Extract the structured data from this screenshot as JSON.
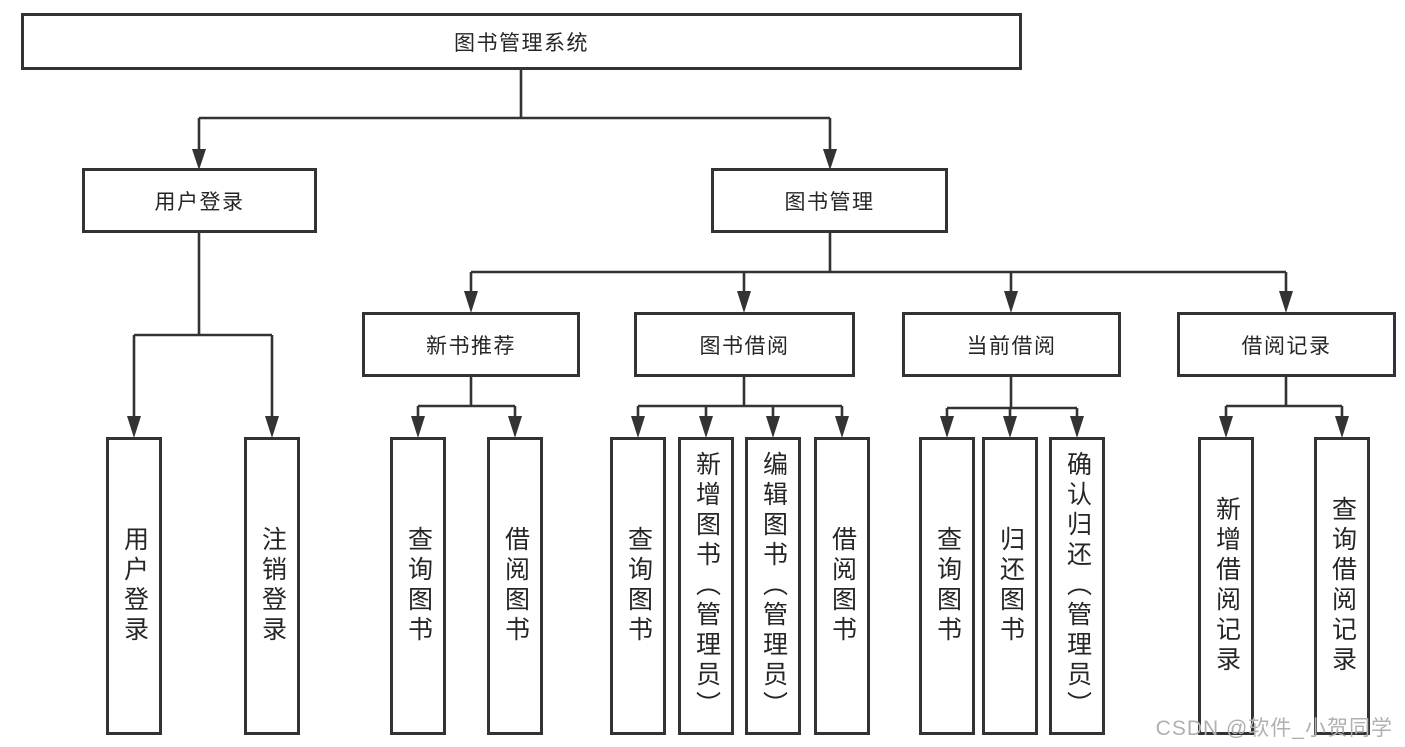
{
  "diagram": {
    "root": {
      "label": "图书管理系统"
    },
    "level2": [
      {
        "label": "用户登录"
      },
      {
        "label": "图书管理"
      }
    ],
    "level3": [
      {
        "label": "新书推荐"
      },
      {
        "label": "图书借阅"
      },
      {
        "label": "当前借阅"
      },
      {
        "label": "借阅记录"
      }
    ],
    "leaves": [
      {
        "label": "用户登录"
      },
      {
        "label": "注销登录"
      },
      {
        "label": "查询图书"
      },
      {
        "label": "借阅图书"
      },
      {
        "label": "查询图书"
      },
      {
        "label": "新增图书（管理员）"
      },
      {
        "label": "编辑图书（管理员）"
      },
      {
        "label": "借阅图书"
      },
      {
        "label": "查询图书"
      },
      {
        "label": "归还图书"
      },
      {
        "label": "确认归还（管理员）"
      },
      {
        "label": "新增借阅记录"
      },
      {
        "label": "查询借阅记录"
      }
    ],
    "watermark": "CSDN @软件_小贺同学",
    "colors": {
      "line": "#333333",
      "text": "#262626",
      "watermark": "#b0b0b0",
      "background": "#ffffff"
    }
  }
}
